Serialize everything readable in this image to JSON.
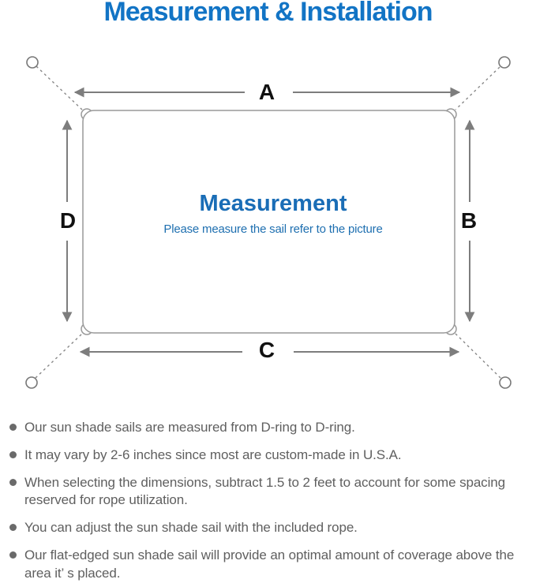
{
  "title": "Measurement & Installation",
  "diagram": {
    "labels": {
      "top": "A",
      "right": "B",
      "bottom": "C",
      "left": "D"
    },
    "center_title": "Measurement",
    "center_subtitle": "Please measure the sail refer to the picture",
    "icons": {
      "corner_rings": "d-ring-icon (circle outline)",
      "connectors": "dashed-rope-line",
      "arrows": "dimension-arrow"
    }
  },
  "colors": {
    "title_blue": "#1274c5",
    "center_blue": "#1a6db6",
    "subtitle_blue": "#1e6fb0",
    "diagram_gray": "#7d7d7d",
    "outline_gray": "#999999",
    "note_text_gray": "#5f5f5f"
  },
  "notes": [
    "Our sun shade sails are measured from D-ring to D-ring.",
    "It may vary by 2-6 inches since most are custom-made in U.S.A.",
    "When selecting the dimensions, subtract 1.5 to 2 feet to account for some spacing reserved for rope utilization.",
    "You can adjust the sun shade sail with the included rope.",
    "Our flat-edged sun shade sail will provide an optimal amount of coverage above the area it’ s placed."
  ]
}
